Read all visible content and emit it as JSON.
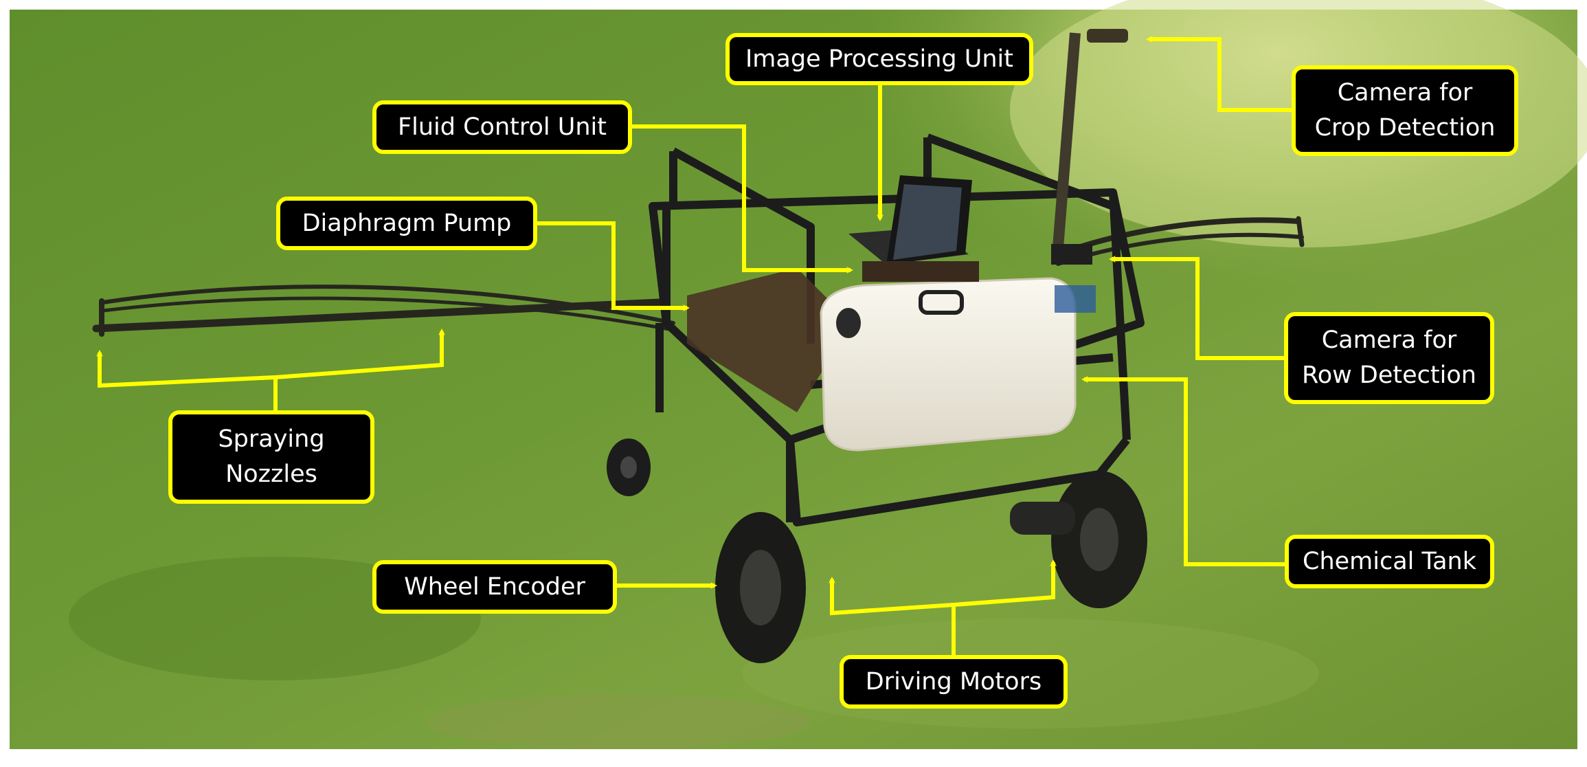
{
  "colors": {
    "callout_fill": "#000000",
    "callout_border": "#ffff00",
    "callout_text": "#ffffff",
    "leader_line": "#ffff00",
    "grass_light": "#c4d47c",
    "grass": "#6f9a34",
    "grass_dark": "#4f7a22",
    "frame": "#1b1b1b",
    "tank": "#f2efe6",
    "boom": "#2a2a26"
  },
  "subject": {
    "icons": [
      "robot-sprayer-frame",
      "chemical-tank",
      "laptop",
      "camera",
      "wheel",
      "spray-boom"
    ]
  },
  "callouts": {
    "image_processing_unit": {
      "lines": [
        "Image Processing Unit"
      ]
    },
    "fluid_control_unit": {
      "lines": [
        "Fluid Control Unit"
      ]
    },
    "diaphragm_pump": {
      "lines": [
        "Diaphragm Pump"
      ]
    },
    "camera_crop_detection": {
      "lines": [
        "Camera for",
        "Crop Detection"
      ]
    },
    "camera_row_detection": {
      "lines": [
        "Camera for",
        "Row Detection"
      ]
    },
    "spraying_nozzles": {
      "lines": [
        "Spraying",
        "Nozzles"
      ]
    },
    "chemical_tank": {
      "lines": [
        "Chemical Tank"
      ]
    },
    "wheel_encoder": {
      "lines": [
        "Wheel Encoder"
      ]
    },
    "driving_motors": {
      "lines": [
        "Driving Motors"
      ]
    }
  }
}
